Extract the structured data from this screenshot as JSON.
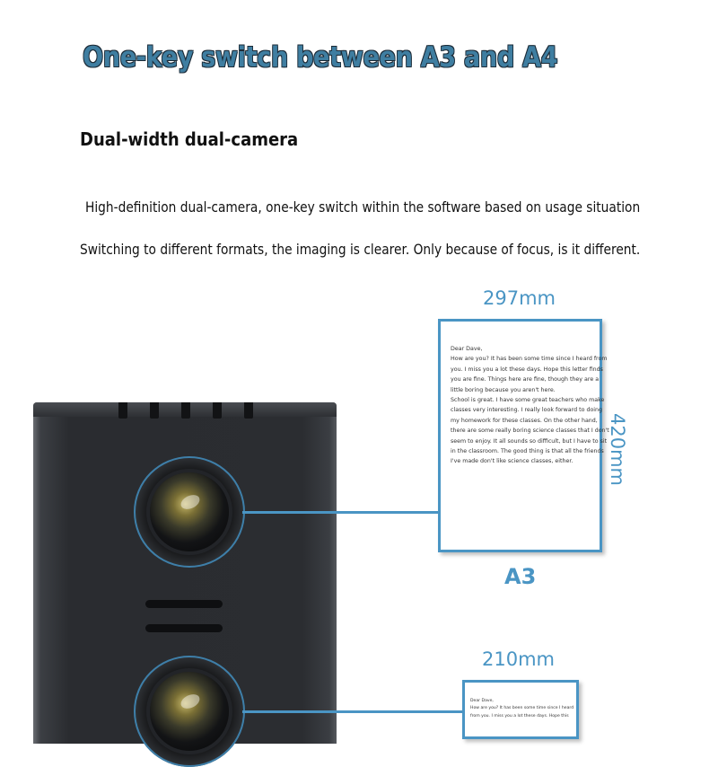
{
  "headline": "One-key switch between A3 and A4",
  "subhead": "Dual-width dual-camera",
  "descriptions": [
    "High-definition dual-camera, one-key switch within the software based on usage situation",
    "Switching to different formats, the imaging is clearer. Only because of focus, is it different."
  ],
  "a3": {
    "width_label": "297mm",
    "height_label": "420mm",
    "format_label": "A3",
    "letter": "Dear Dave,\nHow are you? It has been some time since I heard from you. I miss you a lot these days. Hope this letter finds you are fine. Things here are fine, though they are a little boring because you aren't here.\nSchool is great. I have some great teachers who make classes very interesting. I really look forward to doing my homework for these classes. On the other hand, there are some really boring science classes that I don't seem to enjoy. It all sounds so difficult, but I have to sit in the classroom. The good thing is that all the friends I've made don't like science classes, either."
  },
  "a4": {
    "width_label": "210mm",
    "letter": "Dear Dave,\nHow are you? It has been some time since I heard from you. I miss you a lot these days. Hope this"
  },
  "colors": {
    "accent": "#4a95c4",
    "headline": "#3f7ea1",
    "device": "#2b2d31"
  }
}
